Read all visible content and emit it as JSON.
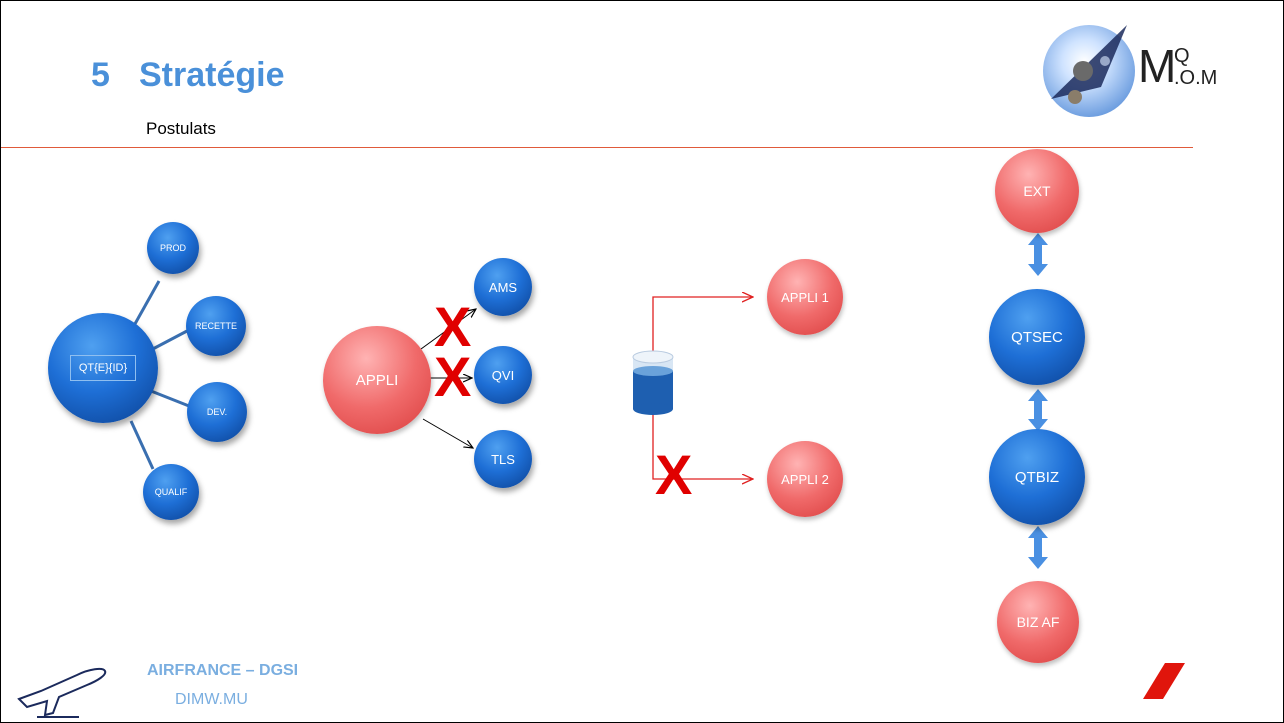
{
  "slide": {
    "title_number": "5",
    "title_text": "Stratégie",
    "subtitle": "Postulats"
  },
  "diagram1": {
    "center": "QT{E}{ID}",
    "branches": [
      "PROD",
      "RECETTE",
      "DEV.",
      "QUALIF"
    ]
  },
  "diagram2": {
    "source": "APPLI",
    "targets": [
      "AMS",
      "QVI",
      "TLS"
    ],
    "blocked": [
      "AMS",
      "QVI"
    ]
  },
  "diagram3": {
    "targets": [
      "APPLI 1",
      "APPLI 2"
    ],
    "blocked": [
      "APPLI 2"
    ]
  },
  "diagram4": {
    "stack": [
      "EXT",
      "QTSEC",
      "QTBIZ",
      "BIZ AF"
    ]
  },
  "footer": {
    "org": "AIRFRANCE – DGSI",
    "unit": "DIMW.MU"
  },
  "logo": {
    "main": "M",
    "top": "Q",
    "bottom": ".O.M"
  },
  "marks": {
    "x": "X"
  },
  "colors": {
    "title": "#4a90d9",
    "rule": "#e05a3a",
    "blue_node": "#1e6fd6",
    "red_node": "#f06a6a",
    "x_mark": "#e00000",
    "arrow_red": "#e02020",
    "arrow_double": "#4a90e2",
    "footer": "#7aaee0"
  }
}
